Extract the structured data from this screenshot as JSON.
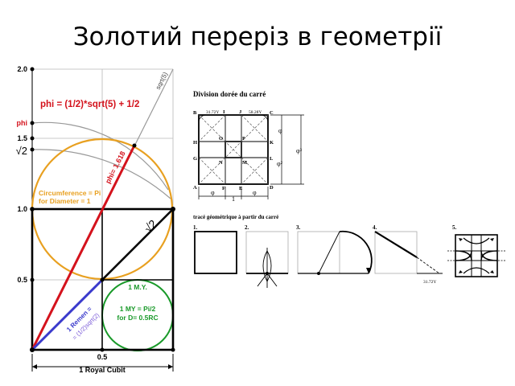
{
  "slide": {
    "title": "Золотий переріз в геометрії"
  },
  "left_diagram": {
    "formula": "phi = (1/2)*sqrt(5) + 1/2",
    "y_labels": {
      "v20": "2.0",
      "phi": "phi",
      "v15": "1.5",
      "sqrt2": "√2",
      "v10": "1.0",
      "v05": "0.5"
    },
    "x_labels": {
      "v05": "0.5",
      "cubit": "1 Royal Cubit"
    },
    "sqrt5_label": "sqrt(5)",
    "phi_line_label": "phi= 1.618",
    "sqrt2_diag_label": "√2",
    "circle_label_1": "Circumference = Pi",
    "circle_label_2": "for Diameter = 1",
    "my_label": "1 M.Y.",
    "my_eq_1": "1 MY = Pi/2",
    "my_eq_2": "for D= 0.5RC",
    "remen_1": "1 Remen =",
    "remen_2": "= (1/2)sqrt(2)",
    "colors": {
      "red": "#d4121c",
      "orange": "#e8a020",
      "green": "#1a9a2a",
      "blue": "#3a3acc",
      "grey": "#888888"
    }
  },
  "right_diagram": {
    "title": "Division dorée du carré",
    "corner_b": "B",
    "corner_c": "C",
    "corner_a": "A",
    "corner_d": "D",
    "top_i": "I",
    "top_j": "J",
    "bottom_f": "F",
    "bottom_e": "E",
    "left_h": "H",
    "left_g": "G",
    "right_k": "K",
    "right_l": "L",
    "inner_o": "O",
    "inner_p": "P",
    "inner_n": "N",
    "inner_m": "M",
    "angle_1": "31.72Y",
    "angle_2": "58.28Y",
    "phi_bottom_1": "φ",
    "one_bottom": "1",
    "phi_bottom_2": "φ",
    "phi_right": "φ",
    "phi_cubed": "φ³",
    "phi_squared": "φ²",
    "construction_title": "tracé géométrique à partir du carré",
    "steps": [
      "1.",
      "2.",
      "3.",
      "4.",
      "5."
    ],
    "step4_angle": "31.72Y"
  }
}
